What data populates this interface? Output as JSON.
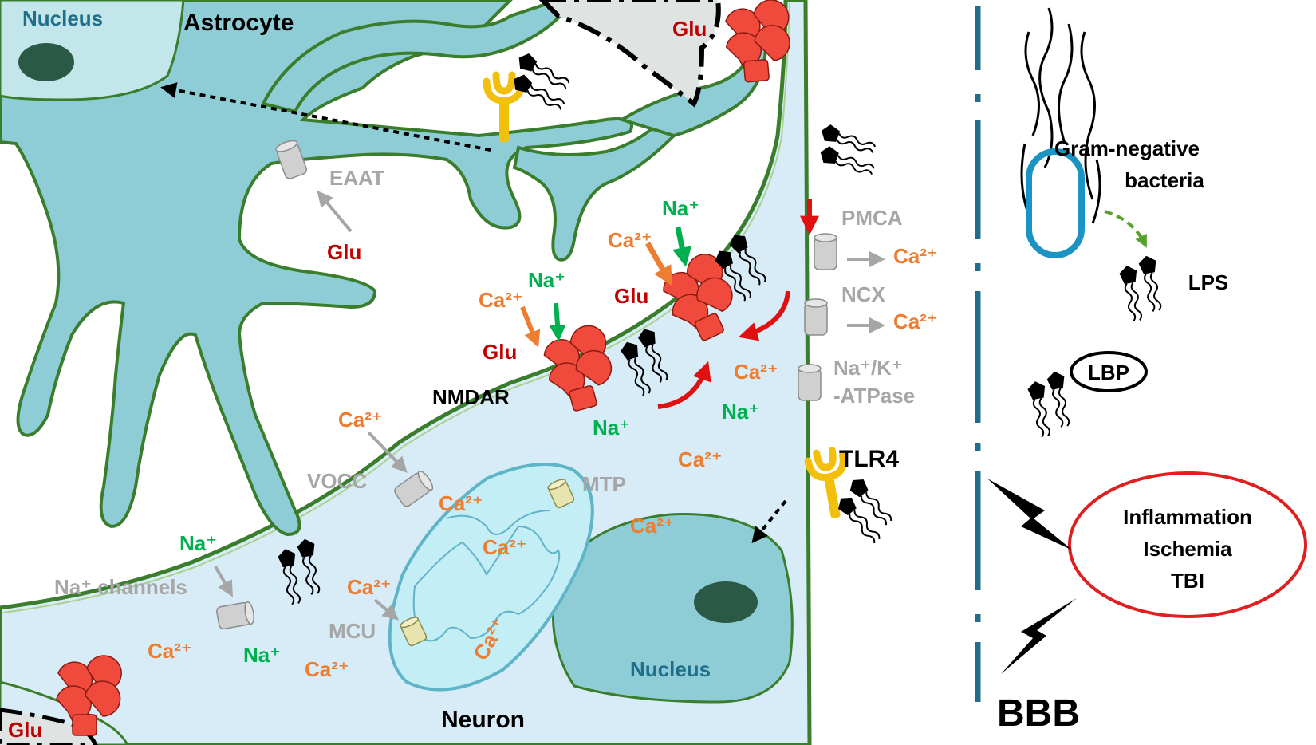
{
  "colors": {
    "astrocyte_fill": "#8fcdd6",
    "neuron_fill": "#d8ecf8",
    "membrane": "#3a7d2c",
    "nucleus_dark": "#2a5a45",
    "receptor_red": "#f04a3c",
    "tlr4_yellow": "#f2c00c",
    "bacteria_blue": "#1b94c4",
    "bbb_teal": "#1f6f8b",
    "circle_red": "#e02020",
    "gray_channel": "#d0d0d0",
    "glu_label": "#c00000",
    "ca_label": "#ed7d31",
    "na_label": "#00b050"
  },
  "labels": {
    "astrocyte": "Astrocyte",
    "astro_nucleus": "Nucleus",
    "neuron": "Neuron",
    "neuron_nucleus": "Nucleus",
    "eaat": "EAAT",
    "glu": "Glu",
    "nmdar": "NMDAR",
    "pmca": "PMCA",
    "ncx": "NCX",
    "nak_line1": "Na⁺/K⁺",
    "nak_line2": "-ATPase",
    "vocc": "VOCC",
    "mtp": "MTP",
    "mcu": "MCU",
    "na_channels": "Na⁺ channels",
    "tlr4": "TLR4",
    "ca": "Ca²⁺",
    "na": "Na⁺",
    "gram_line1": "Gram-negative",
    "gram_line2": "bacteria",
    "lps": "LPS",
    "lbp": "LBP",
    "insult_1": "Inflammation",
    "insult_2": "Ischemia",
    "insult_3": "TBI",
    "bbb": "BBB"
  },
  "icons": [
    "lps-molecule-icon",
    "nmda-receptor-icon",
    "tlr4-receptor-icon",
    "channel-cylinder-icon",
    "lightning-bolt-icon",
    "bacterium-icon"
  ]
}
